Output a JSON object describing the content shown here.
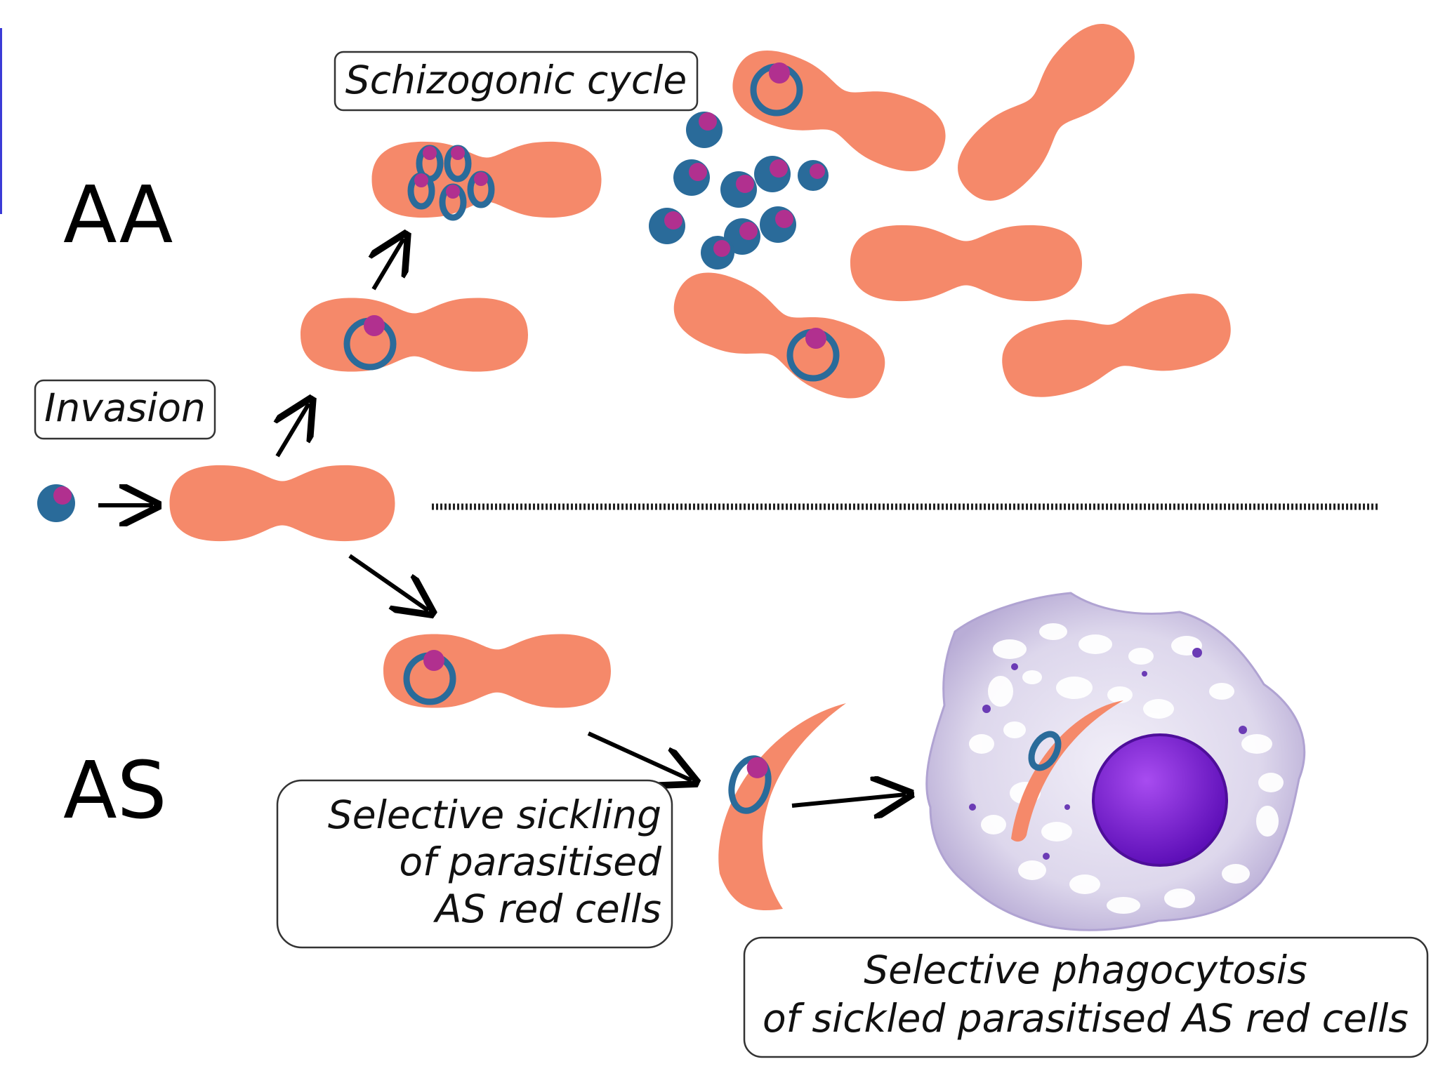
{
  "genotypes": {
    "top": "AA",
    "bottom": "AS"
  },
  "labels": {
    "schizogonic": "Schizogonic cycle",
    "invasion": "Invasion",
    "sickling": [
      "Selective sickling",
      "of parasitised",
      "AS red cells"
    ],
    "phagocytosis": [
      "Selective phagocytosis",
      "of sickled parasitised AS red cells"
    ]
  },
  "colors": {
    "red_cell": "#f5896a",
    "parasite_ring": "#2a6b9a",
    "parasite_nucleus": "#b1308f",
    "macrophage": "#d9d3ea",
    "macrophage_nucleus": "#8a1ee0",
    "accent_bar": "#3b3bd6"
  }
}
